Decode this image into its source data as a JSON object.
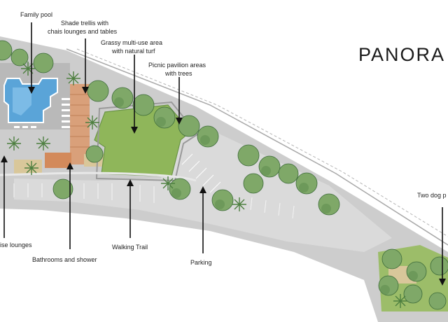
{
  "brand": {
    "title": "PANORA"
  },
  "labels": {
    "family_pool": "Family pool",
    "shade_trellis_line1": "Shade trellis with",
    "shade_trellis_line2": "chais lounges and tables",
    "grassy_line1": "Grassy multi-use area",
    "grassy_line2": "with natural turf",
    "picnic_line1": "Picnic pavilion areas",
    "picnic_line2": "with trees",
    "two_dog": "Two dog p",
    "chaise_lounges": "ise lounges",
    "walking_trail": "Walking Trail",
    "bathrooms": "Bathrooms and shower",
    "parking": "Parking"
  },
  "colors": {
    "pavement": "#c9c9c9",
    "parking_lot": "#d7d7d7",
    "grass": "#8fb65a",
    "grass_light": "#a9c779",
    "pool_water": "#5aa4d8",
    "tree_fill": "#7fa868",
    "tree_dark": "#5f8d4f",
    "wood_deck": "#d89a6a",
    "sand": "#d9c79a"
  }
}
